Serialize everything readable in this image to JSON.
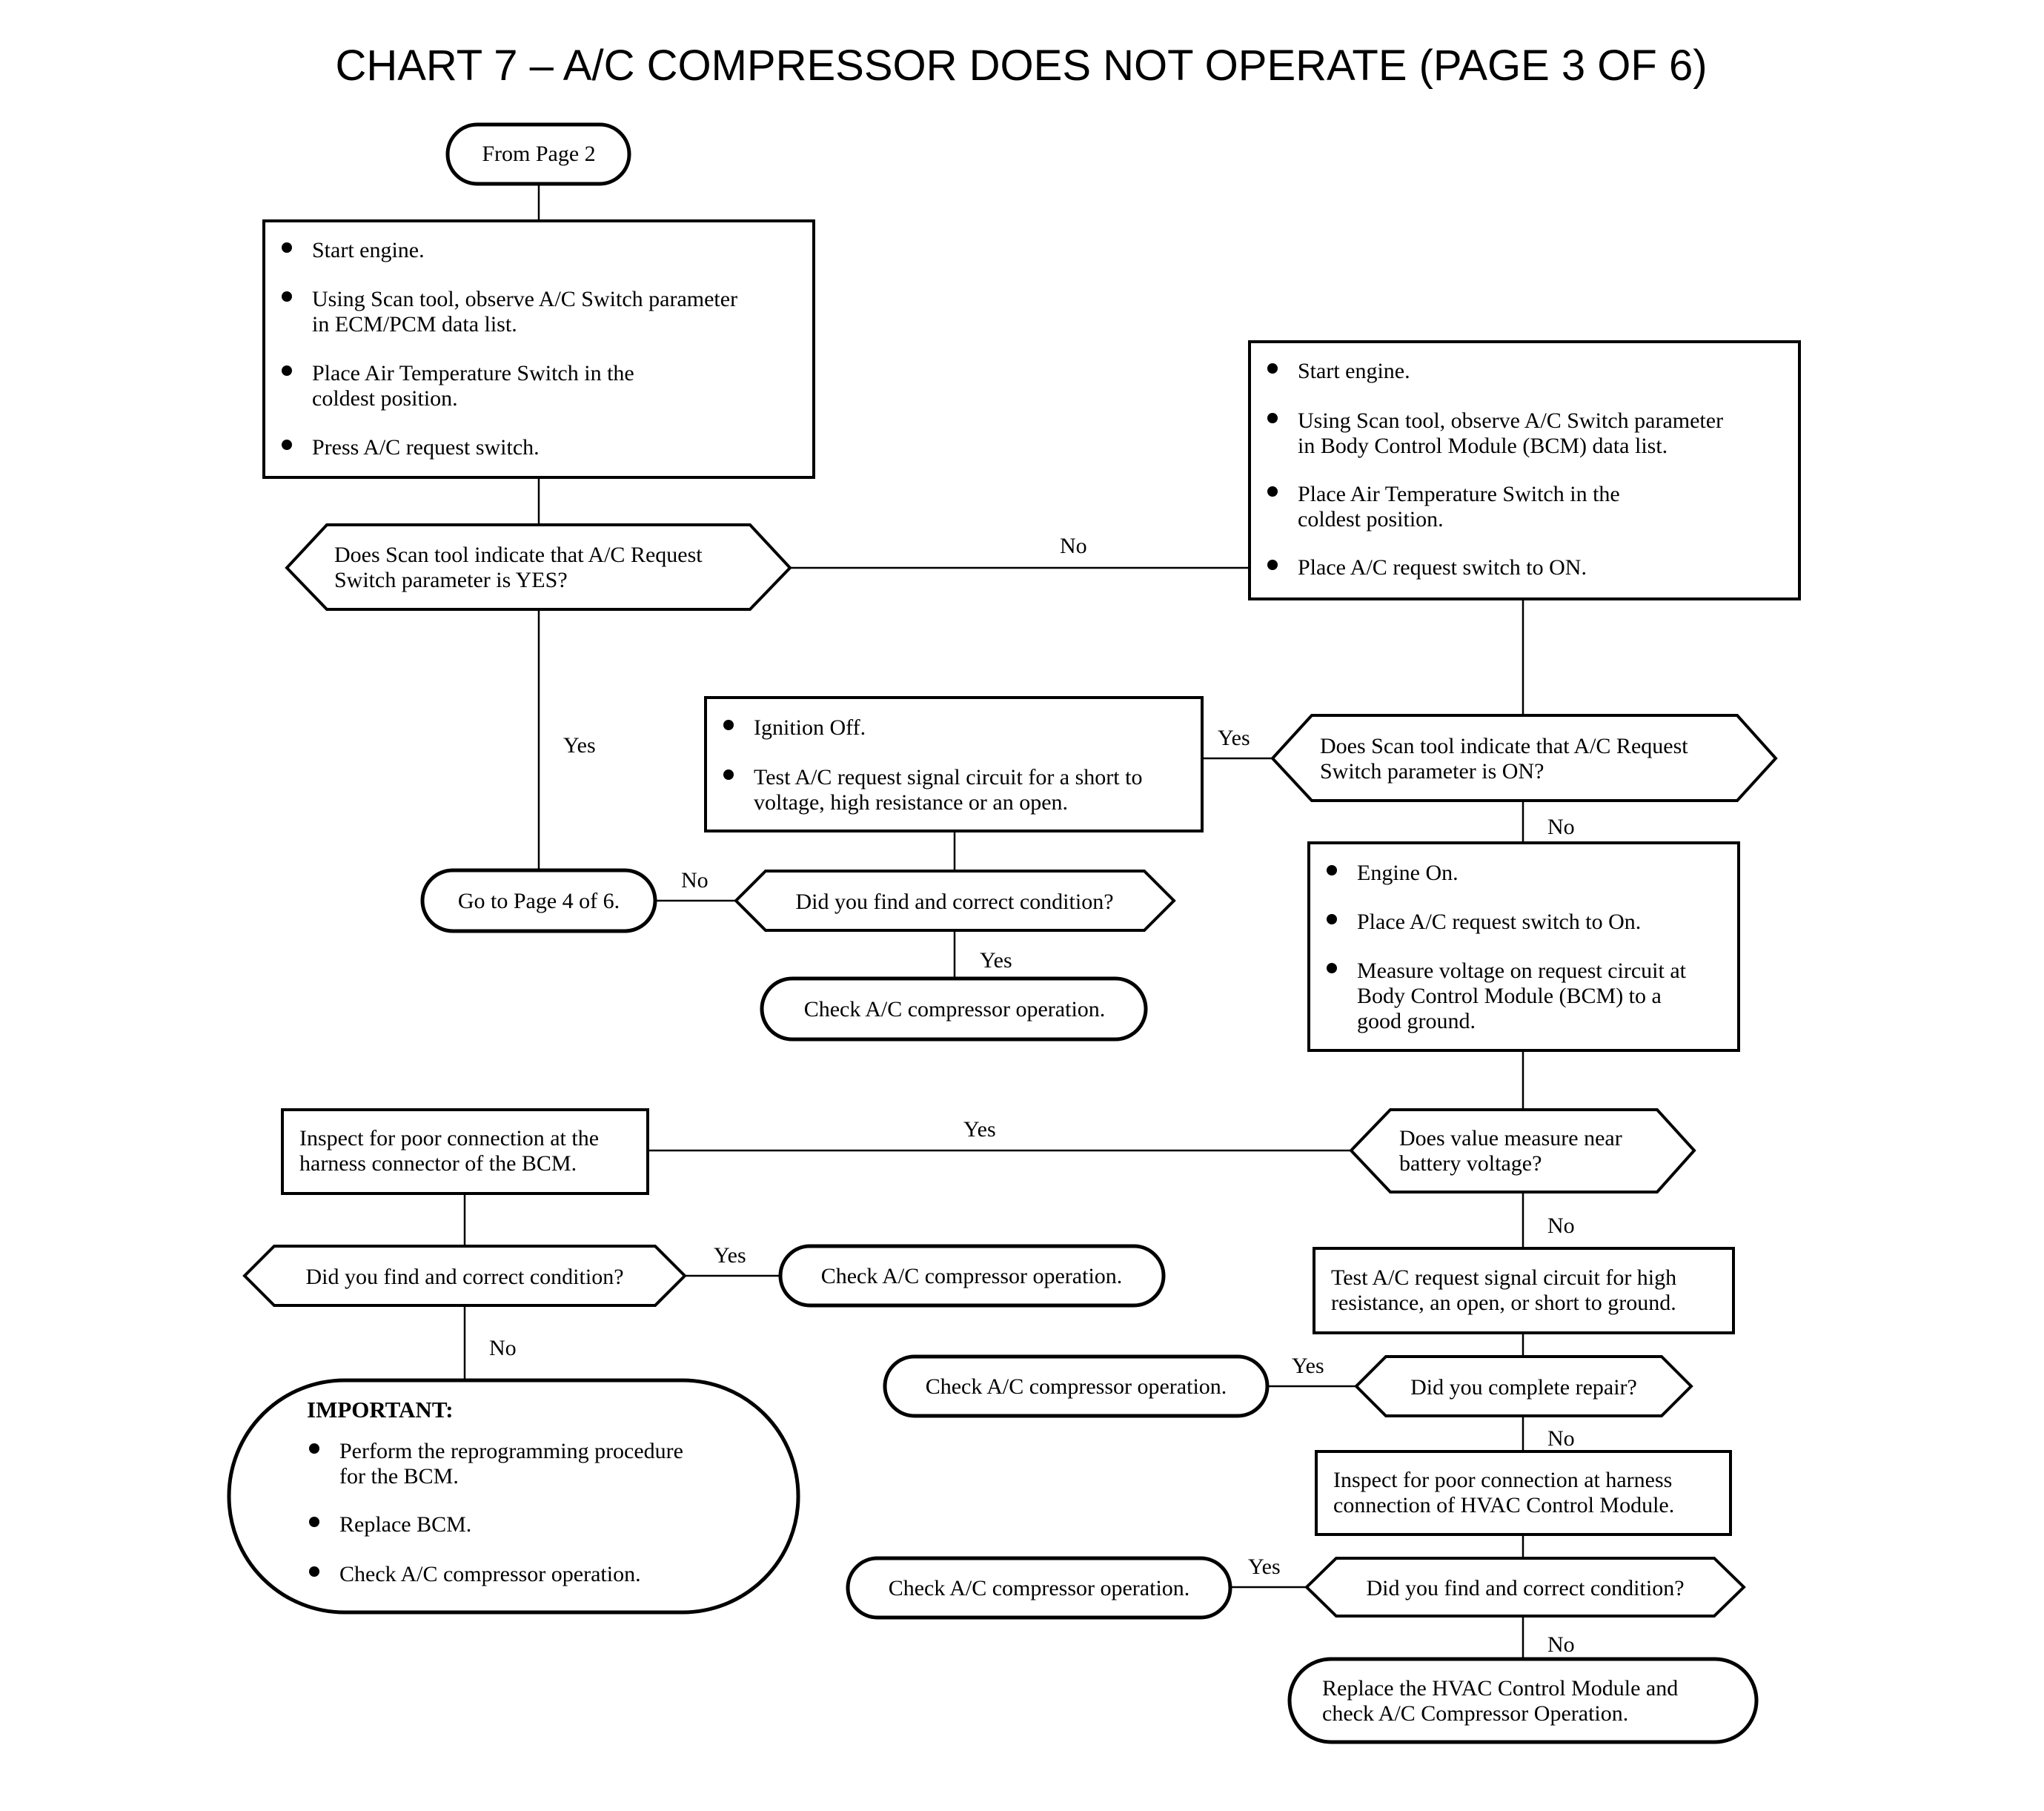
{
  "title": "CHART 7 – A/C COMPRESSOR DOES NOT OPERATE (PAGE 3 OF 6)",
  "nodes": {
    "from_page": {
      "lines": [
        "From Page 2"
      ]
    },
    "initial_steps": {
      "bullets": [
        [
          "Start engine."
        ],
        [
          "Using Scan tool, observe A/C Switch parameter",
          "in ECM/PCM data list."
        ],
        [
          "Place Air Temperature Switch in the",
          "coldest position."
        ],
        [
          "Press A/C request switch."
        ]
      ]
    },
    "decision_yes_param": {
      "lines": [
        "Does Scan tool indicate that A/C Request",
        "Switch parameter is YES?"
      ]
    },
    "bcm_steps": {
      "bullets": [
        [
          "Start engine."
        ],
        [
          "Using Scan tool, observe A/C Switch parameter",
          "in Body Control Module (BCM) data list."
        ],
        [
          "Place Air Temperature Switch in the",
          "coldest position."
        ],
        [
          "Place A/C request switch to ON."
        ]
      ]
    },
    "goto_page4": {
      "lines": [
        "Go to Page 4 of 6."
      ]
    },
    "ignition_steps": {
      "bullets": [
        [
          "Ignition Off."
        ],
        [
          "Test A/C request signal circuit for a short to",
          "voltage, high resistance or an open."
        ]
      ]
    },
    "decision_on_param": {
      "lines": [
        "Does Scan tool indicate that A/C Request",
        "Switch parameter is ON?"
      ]
    },
    "decision_find_1": {
      "lines": [
        "Did you find and correct condition?"
      ]
    },
    "check_op_1": {
      "lines": [
        "Check A/C compressor operation."
      ]
    },
    "engine_on_steps": {
      "bullets": [
        [
          "Engine On."
        ],
        [
          "Place A/C request switch to On."
        ],
        [
          "Measure voltage on request circuit at",
          "Body Control Module (BCM) to a",
          "good ground."
        ]
      ]
    },
    "inspect_bcm": {
      "lines": [
        "Inspect for poor connection at the",
        "harness connector of the BCM."
      ]
    },
    "decision_battery": {
      "lines": [
        "Does value measure near",
        "battery voltage?"
      ]
    },
    "decision_find_2": {
      "lines": [
        "Did you find and correct condition?"
      ]
    },
    "check_op_2": {
      "lines": [
        "Check A/C compressor operation."
      ]
    },
    "test_circuit": {
      "lines": [
        "Test A/C request signal circuit for high",
        "resistance, an open, or short to ground."
      ]
    },
    "important": {
      "heading": "IMPORTANT:",
      "bullets": [
        [
          "Perform the reprogramming procedure",
          "for the BCM."
        ],
        [
          "Replace BCM."
        ],
        [
          "Check A/C compressor operation."
        ]
      ]
    },
    "check_op_3": {
      "lines": [
        "Check A/C compressor operation."
      ]
    },
    "decision_repair": {
      "lines": [
        "Did you complete repair?"
      ]
    },
    "inspect_hvac": {
      "lines": [
        "Inspect for poor connection at harness",
        "connection of HVAC Control Module."
      ]
    },
    "check_op_4": {
      "lines": [
        "Check A/C compressor operation."
      ]
    },
    "decision_find_3": {
      "lines": [
        "Did you find and correct condition?"
      ]
    },
    "replace_hvac": {
      "lines": [
        "Replace the HVAC Control Module and",
        "check A/C Compressor Operation."
      ]
    }
  },
  "edge_labels": {
    "yes_param_no": "No",
    "yes_param_yes": "Yes",
    "on_param_yes": "Yes",
    "on_param_no": "No",
    "find1_no": "No",
    "find1_yes": "Yes",
    "battery_yes": "Yes",
    "battery_no": "No",
    "find2_yes": "Yes",
    "find2_no": "No",
    "repair_yes": "Yes",
    "repair_no": "No",
    "find3_yes": "Yes",
    "find3_no": "No"
  },
  "bullet_glyph": "●"
}
